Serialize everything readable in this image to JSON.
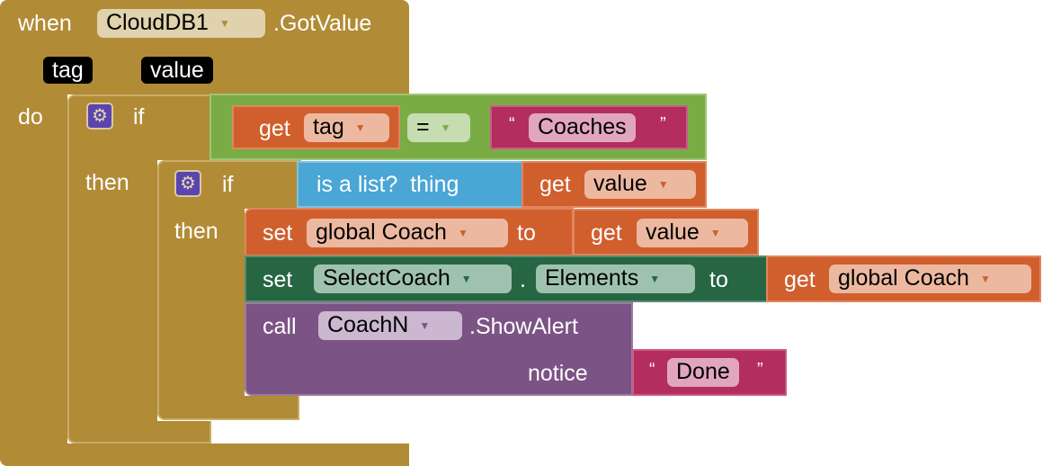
{
  "event": {
    "when": "when",
    "component": "CloudDB1",
    "event": ".GotValue",
    "params": [
      "tag",
      "value"
    ],
    "do": "do"
  },
  "outer_if": {
    "if": "if",
    "then": "then",
    "get": "get",
    "var": "tag",
    "op": "=",
    "open_quote": "“",
    "text": "Coaches",
    "close_quote": "”"
  },
  "inner_if": {
    "if": "if",
    "then": "then",
    "is_list": "is a list?  thing",
    "get": "get",
    "var": "value"
  },
  "set_global": {
    "set": "set",
    "var": "global Coach",
    "to": "to",
    "get": "get",
    "value": "value"
  },
  "set_prop": {
    "set": "set",
    "component": "SelectCoach",
    "dot": ".",
    "property": "Elements",
    "to": "to",
    "get": "get",
    "value": "global Coach"
  },
  "call": {
    "call": "call",
    "component": "CoachN",
    "method": ".ShowAlert",
    "notice": "notice",
    "open_quote": "“",
    "text": "Done",
    "close_quote": "”"
  },
  "colors": {
    "control": "#b18b36",
    "logic": "#7aac46",
    "variable": "#d05f2d",
    "list": "#4aa6d4",
    "component_set": "#266643",
    "component_call": "#7c5385",
    "text": "#b32d5e"
  }
}
